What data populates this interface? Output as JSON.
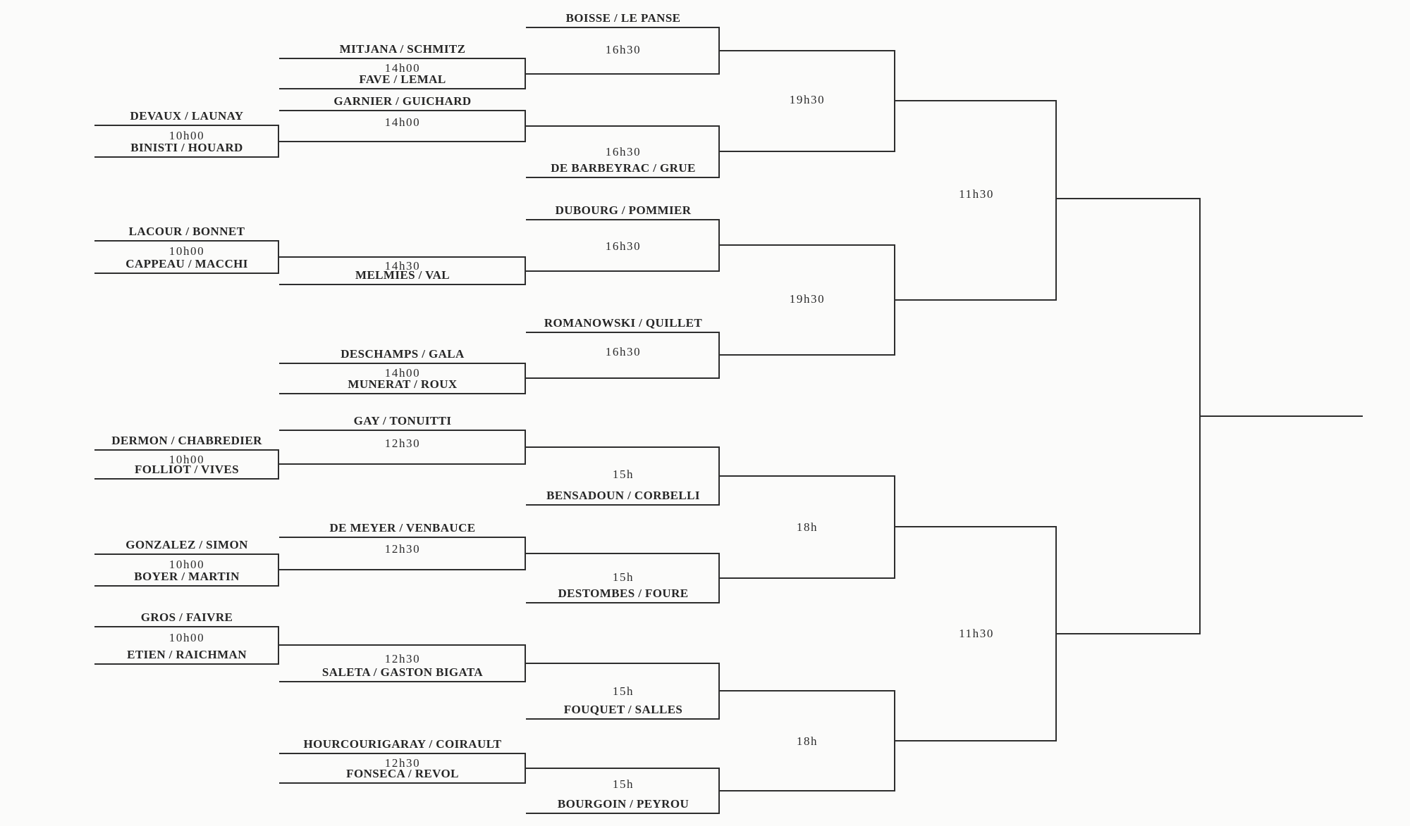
{
  "bracket": {
    "rounds": [
      {
        "matches": [
          {
            "top": "DEVAUX / LAUNAY",
            "bottom": "BINISTI / HOUARD",
            "time": "10h00"
          },
          {
            "top": "LACOUR / BONNET",
            "bottom": "CAPPEAU / MACCHI",
            "time": "10h00"
          },
          {
            "top": "DERMON / CHABREDIER",
            "bottom": "FOLLIOT / VIVES",
            "time": "10h00"
          },
          {
            "top": "GONZALEZ / SIMON",
            "bottom": "BOYER / MARTIN",
            "time": "10h00"
          },
          {
            "top": "GROS / FAIVRE",
            "bottom": "ETIEN / RAICHMAN",
            "time": "10h00"
          }
        ]
      },
      {
        "matches": [
          {
            "top": "MITJANA / SCHMITZ",
            "bottom": "FAVE / LEMAL",
            "time": "14h00"
          },
          {
            "top": "GARNIER / GUICHARD",
            "time": "14h00"
          },
          {
            "bottom": "MELMIES / VAL",
            "time": "14h30"
          },
          {
            "top": "DESCHAMPS / GALA",
            "bottom": "MUNERAT / ROUX",
            "time": "14h00"
          },
          {
            "top": "GAY / TONUITTI",
            "time": "12h30"
          },
          {
            "top": "DE MEYER / VENBAUCE",
            "time": "12h30"
          },
          {
            "bottom": "SALETA / GASTON BIGATA",
            "time": "12h30"
          },
          {
            "top": "HOURCOURIGARAY / COIRAULT",
            "bottom": "FONSECA / REVOL",
            "time": "12h30"
          }
        ]
      },
      {
        "matches": [
          {
            "top": "BOISSE / LE PANSE",
            "time": "16h30"
          },
          {
            "bottom": "DE BARBEYRAC / GRUE",
            "time": "16h30"
          },
          {
            "top": "DUBOURG / POMMIER",
            "time": "16h30"
          },
          {
            "top": "ROMANOWSKI / QUILLET",
            "time": "16h30"
          },
          {
            "bottom": "BENSADOUN / CORBELLI",
            "time": "15h"
          },
          {
            "bottom": "DESTOMBES / FOURE",
            "time": "15h"
          },
          {
            "bottom": "FOUQUET / SALLES",
            "time": "15h"
          },
          {
            "bottom": "BOURGOIN / PEYROU",
            "time": "15h"
          }
        ]
      },
      {
        "matches": [
          {
            "time": "19h30"
          },
          {
            "time": "19h30"
          },
          {
            "time": "18h"
          },
          {
            "time": "18h"
          }
        ]
      },
      {
        "matches": [
          {
            "time": "11h30"
          },
          {
            "time": "11h30"
          }
        ]
      },
      {
        "matches": [
          {}
        ]
      }
    ]
  }
}
